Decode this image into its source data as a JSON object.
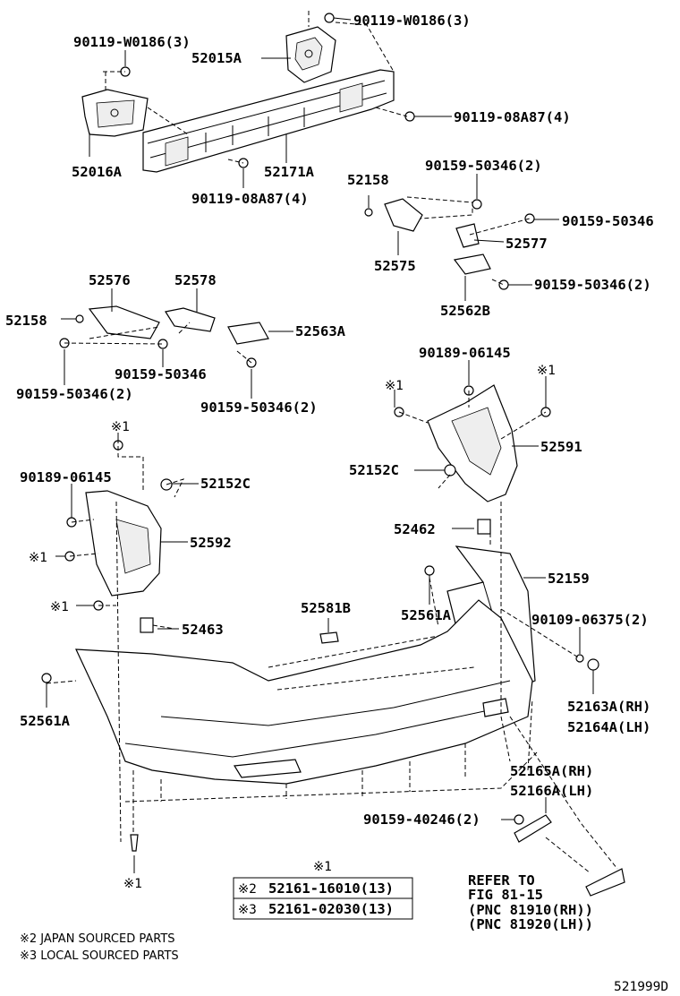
{
  "callouts": {
    "bolt_top_right": "90119-W0186(3)",
    "bolt_top_left": "90119-W0186(3)",
    "bracket_left_upper": "52015A",
    "bolt_right_a": "90119-08A87(4)",
    "bracket_left": "52016A",
    "reinforcement": "52171A",
    "bolt_mid_a": "90119-08A87(4)",
    "clip_52158_r": "52158",
    "screw_r1": "90159-50346(2)",
    "screw_r2": "90159-50346",
    "spacer_52577": "52577",
    "support_52575": "52575",
    "screw_r3": "90159-50346(2)",
    "retainer_52562B": "52562B",
    "support_52576": "52576",
    "support_52578": "52578",
    "clip_52158_l": "52158",
    "retainer_52563A": "52563A",
    "screw_l1": "90159-50346",
    "screw_l2": "90159-50346(2)",
    "screw_l3": "90159-50346(2)",
    "screw_90189_r": "90189-06145",
    "mark_r1": "※1",
    "mark_r2": "※1",
    "side_52591": "52591",
    "nut_52152C_r": "52152C",
    "mark_l_top": "※1",
    "screw_90189_l": "90189-06145",
    "nut_52152C_l": "52152C",
    "side_52592": "52592",
    "mark_l_mid": "※1",
    "mark_l_low": "※1",
    "pad_52462": "52462",
    "cover_52159": "52159",
    "pad_52581B": "52581B",
    "clip_52561A_r": "52561A",
    "screw_90109": "90109-06375(2)",
    "pad_52463": "52463",
    "clip_52561A_l": "52561A",
    "plug_52163A": "52163A(RH)",
    "plug_52164A": "52164A(LH)",
    "mold_52165A": "52165A(RH)",
    "mold_52166A": "52166A(LH)",
    "screw_90159_40246": "90159-40246(2)",
    "mark_bottom": "※1"
  },
  "legend_table": {
    "header": "※1",
    "rows": [
      {
        "mark": "※2",
        "part": "52161-16010(13)"
      },
      {
        "mark": "※3",
        "part": "52161-02030(13)"
      }
    ]
  },
  "refer": {
    "line1": "REFER TO",
    "line2": "FIG 81-15",
    "line3": "(PNC 81910(RH))",
    "line4": "(PNC 81920(LH))"
  },
  "footnotes": {
    "note2": "※2 JAPAN SOURCED PARTS",
    "note3": "※3 LOCAL SOURCED PARTS"
  },
  "figure_code": "521999D"
}
